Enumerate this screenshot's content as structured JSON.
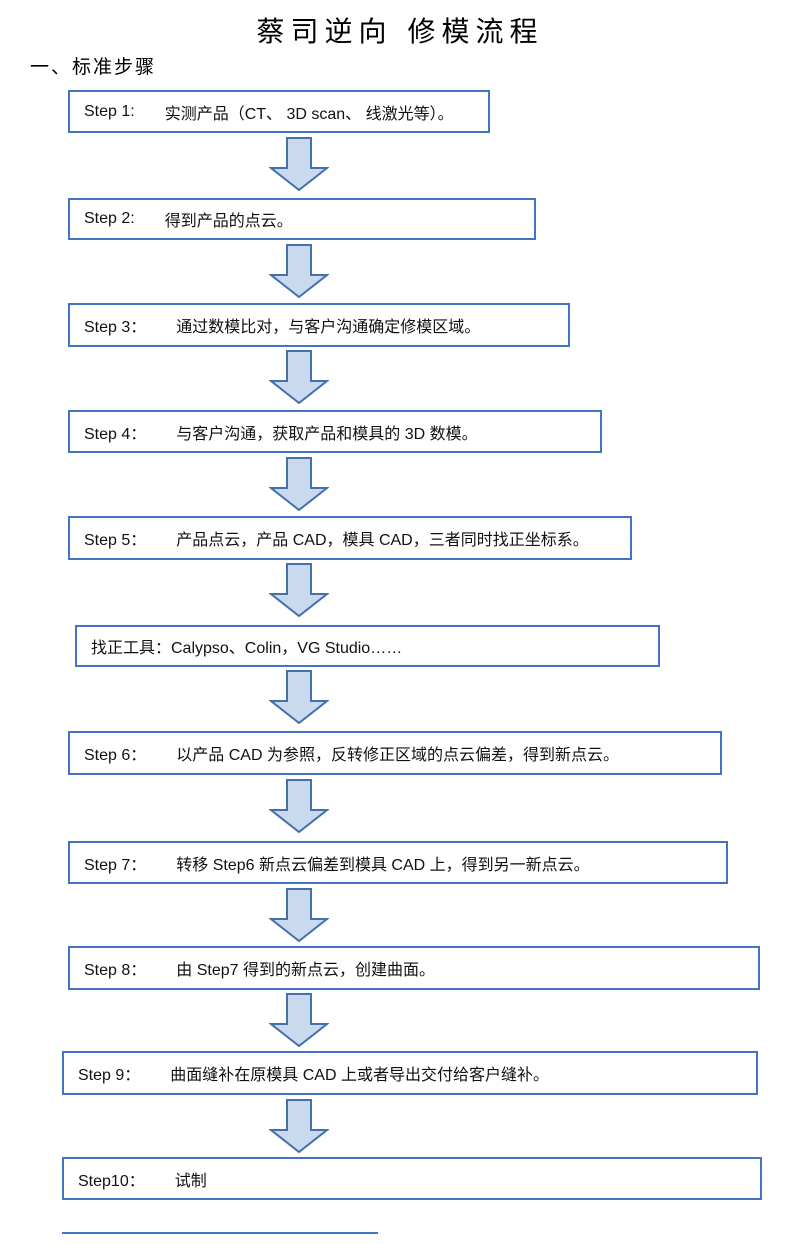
{
  "title": "蔡司逆向 修模流程",
  "section_heading": "一、标准步骤",
  "steps": [
    {
      "label": "Step 1:",
      "text": "实测产品（CT、 3D scan、 线激光等）。"
    },
    {
      "label": "Step 2:",
      "text": "得到产品的点云。"
    },
    {
      "label": "Step 3：",
      "text": "通过数模比对，与客户沟通确定修模区域。"
    },
    {
      "label": "Step 4：",
      "text": "与客户沟通，获取产品和模具的 3D 数模。"
    },
    {
      "label": "Step 5：",
      "text": "产品点云，产品 CAD，模具 CAD，三者同时找正坐标系。"
    },
    {
      "label": "",
      "text": "找正工具：Calypso、Colin，VG Studio……"
    },
    {
      "label": "Step 6：",
      "text": "以产品 CAD 为参照，反转修正区域的点云偏差，得到新点云。"
    },
    {
      "label": "Step 7：",
      "text": "转移 Step6 新点云偏差到模具 CAD 上，得到另一新点云。"
    },
    {
      "label": "Step 8：",
      "text": "由 Step7 得到的新点云，创建曲面。"
    },
    {
      "label": "Step 9：",
      "text": "曲面缝补在原模具 CAD 上或者导出交付给客户缝补。"
    },
    {
      "label": "Step10：",
      "text": "试制"
    }
  ],
  "colors": {
    "box_border": "#4472C4",
    "arrow_fill": "#C9DAEF",
    "arrow_stroke": "#4470AC",
    "text": "#111111"
  }
}
